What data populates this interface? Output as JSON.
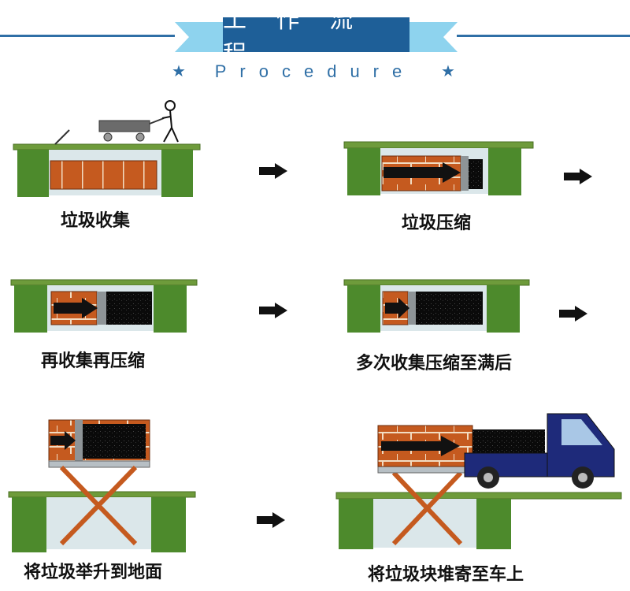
{
  "header": {
    "title": "工 作 流 程",
    "subtitle": "Procedure",
    "colors": {
      "primary": "#1e5f98",
      "accent": "#8ed3ee",
      "line": "#2f6fa6"
    }
  },
  "steps": [
    {
      "label": "垃圾收集"
    },
    {
      "label": "垃圾压缩"
    },
    {
      "label": "再收集再压缩"
    },
    {
      "label": "多次收集压缩至满后"
    },
    {
      "label": "将垃圾举升到地面"
    },
    {
      "label": "将垃圾块堆寄至车上"
    }
  ],
  "icons": [
    "star-icon",
    "right-arrow-icon",
    "cart-icon",
    "truck-icon",
    "scissor-lift-icon"
  ]
}
